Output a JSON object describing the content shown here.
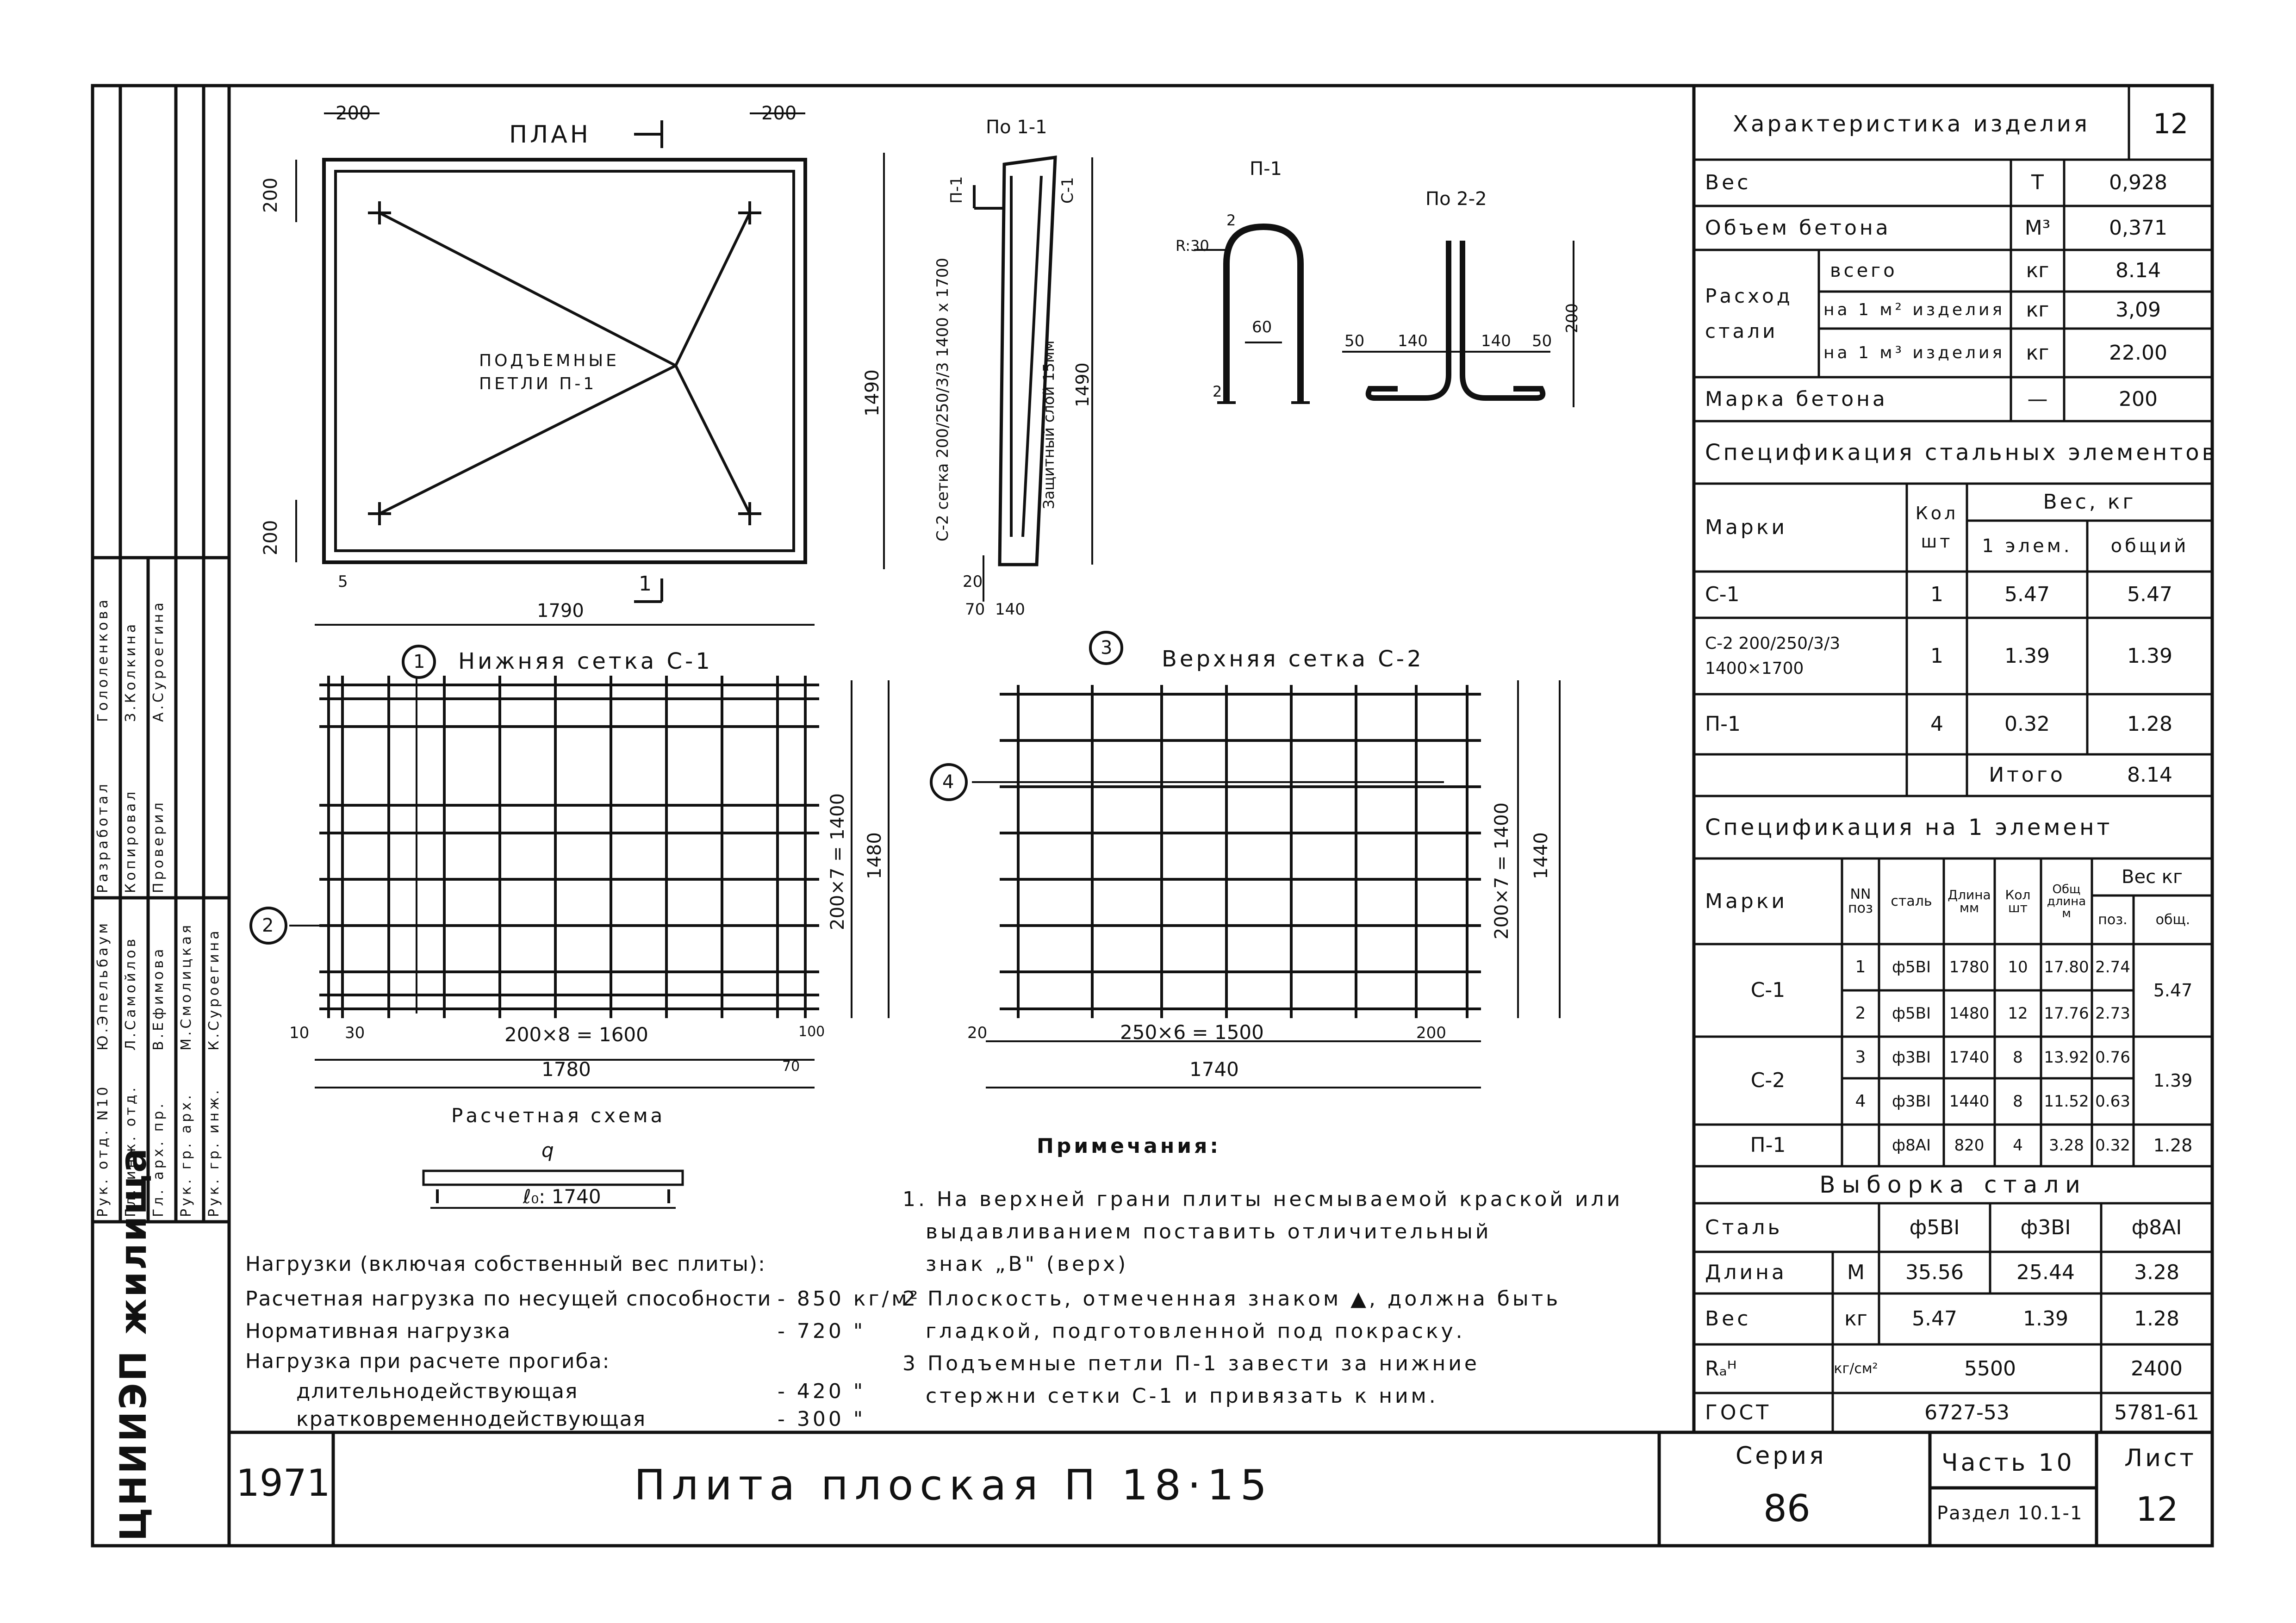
{
  "title_block": {
    "year": "1971",
    "title": "Плита плоская П 18·15",
    "series_label": "Серия",
    "series_value": "86",
    "part": "Часть 10",
    "section": "Раздел 10.1-1",
    "sheet_label": "Лист",
    "sheet_value": "12",
    "org_name": "ЦНИИЭП жилища"
  },
  "signatures": [
    {
      "role": "Рук. отд. N10",
      "name": "Ю.Эпельбаум"
    },
    {
      "role": "Гл. инж. отд.",
      "name": "Л.Самойлов"
    },
    {
      "role": "Гл. арх. пр.",
      "name": "В.Ефимова"
    },
    {
      "role": "Рук. гр. арх.",
      "name": "М.Смолицкая"
    },
    {
      "role": "Рук. гр. инж.",
      "name": "К.Суроегина"
    }
  ],
  "signatures_right": [
    {
      "role": "Разработал",
      "name": "Гололенкова"
    },
    {
      "role": "Копировал",
      "name": "З.Колкина"
    },
    {
      "role": "Проверил",
      "name": "А.Суроегина"
    }
  ],
  "drawing": {
    "plan_title": "ПЛАН",
    "plan_dims": {
      "top_left": "200",
      "top_right": "200",
      "left_top": "200",
      "left_bottom": "200",
      "width": "1790",
      "height": "1490",
      "edge": "5"
    },
    "plan_cut": "1",
    "lifting_loops": "ПОДЪЕМНЫЕ ПЕТЛИ П-1",
    "section_1_title": "По 1-1",
    "section_1_labels": {
      "p1": "П-1",
      "c1": "С-1",
      "c2": "С-2 сетка 200/250/3/3 1400 x 1700",
      "cover": "Защитный слой 15мм",
      "h": "1490",
      "d20": "20",
      "d70": "70",
      "d140": "140"
    },
    "p1_title": "П-1",
    "p1_dims": {
      "r": "R:30",
      "w": "60",
      "top": "2",
      "bottom": "2"
    },
    "section_2_title": "По 2-2",
    "section_2_dims": [
      "50",
      "140",
      "140",
      "50",
      "200"
    ],
    "mesh_bottom_title": "Нижняя сетка С-1",
    "mesh_bottom_marks": [
      "1",
      "2"
    ],
    "mesh_bottom_dims": {
      "spacing": "200×8 = 1600",
      "total": "1780",
      "vert": "200×7 = 1400",
      "height": "1480",
      "d10": "10",
      "d30": "30",
      "d100": "100",
      "d70": "70"
    },
    "mesh_top_title": "Верхняя сетка С-2",
    "mesh_top_marks": [
      "3",
      "4"
    ],
    "mesh_top_dims": {
      "spacing": "250×6 = 1500",
      "total": "1740",
      "vert": "200×7 = 1400",
      "height": "1440",
      "d20": "20",
      "d200": "200"
    },
    "calc_title": "Расчетная схема",
    "calc_q": "q",
    "calc_l": "ℓ₀: 1740",
    "loads_lines": [
      {
        "label": "Нагрузки (включая собственный вес плиты):",
        "value": ""
      },
      {
        "label": "Расчетная нагрузка по несущей способности",
        "value": "- 850 кг/м²"
      },
      {
        "label": "Нормативная нагрузка",
        "value": "- 720 \""
      },
      {
        "label": "Нагрузка при расчете прогиба:",
        "value": ""
      },
      {
        "label": "длительнодействующая",
        "value": "- 420 \""
      },
      {
        "label": "кратковременнодействующая",
        "value": "- 300 \""
      }
    ],
    "notes_title": "Примечания:",
    "notes": [
      "1. На верхней грани плиты несмываемой краской или",
      "выдавливанием поставить отличительный",
      "знак „В\" (верх)",
      "2 Плоскость, отмеченная знаком ▲, должна быть",
      "гладкой, подготовленной под покраску.",
      "3 Подъемные петли П-1 завести за нижние",
      "стержни сетки С-1 и привязать к ним."
    ]
  },
  "characteristics": {
    "title": "Характеристика изделия",
    "sheet_no": "12",
    "rows": [
      {
        "name": "Вес",
        "sub": "",
        "unit": "Т",
        "value": "0,928"
      },
      {
        "name": "Объем бетона",
        "sub": "",
        "unit": "М³",
        "value": "0,371"
      },
      {
        "name": "Расход стали",
        "sub": "всего",
        "unit": "кг",
        "value": "8.14"
      },
      {
        "name": "",
        "sub": "на 1 м² изделия",
        "unit": "кг",
        "value": "3,09"
      },
      {
        "name": "",
        "sub": "на 1 м³ изделия",
        "unit": "кг",
        "value": "22.00"
      },
      {
        "name": "Марка бетона",
        "sub": "",
        "unit": "—",
        "value": "200"
      }
    ]
  },
  "steel_spec": {
    "title": "Спецификация стальных элементов",
    "headers": {
      "marks": "Марки",
      "qty": "Кол шт",
      "weight": "Вес, кг",
      "per_el": "1 элем.",
      "total": "общий"
    },
    "rows": [
      {
        "mark": "С-1",
        "qty": "1",
        "el": "5.47",
        "total": "5.47"
      },
      {
        "mark": "С-2 200/250/3/3 1400×1700",
        "qty": "1",
        "el": "1.39",
        "total": "1.39"
      },
      {
        "mark": "П-1",
        "qty": "4",
        "el": "0.32",
        "total": "1.28"
      },
      {
        "mark": "",
        "qty": "",
        "el": "Итого",
        "total": "8.14"
      }
    ]
  },
  "element_spec": {
    "title": "Спецификация на 1 элемент",
    "headers": {
      "marks": "Марки",
      "pos": "NN поз",
      "steel": "сталь",
      "length": "Длина мм",
      "qty": "Кол шт",
      "total_len": "Общ длина м",
      "weight": "Вес кг",
      "w_pos": "поз.",
      "w_total": "общ."
    },
    "rows": [
      {
        "mark": "С-1",
        "pos": "1",
        "steel": "ф5ВI",
        "len": "1780",
        "qty": "10",
        "tlen": "17.80",
        "wpos": "2.74",
        "wtot": "5.47"
      },
      {
        "mark": "",
        "pos": "2",
        "steel": "ф5ВI",
        "len": "1480",
        "qty": "12",
        "tlen": "17.76",
        "wpos": "2.73",
        "wtot": ""
      },
      {
        "mark": "С-2",
        "pos": "3",
        "steel": "ф3ВI",
        "len": "1740",
        "qty": "8",
        "tlen": "13.92",
        "wpos": "0.76",
        "wtot": "1.39"
      },
      {
        "mark": "",
        "pos": "4",
        "steel": "ф3ВI",
        "len": "1440",
        "qty": "8",
        "tlen": "11.52",
        "wpos": "0.63",
        "wtot": ""
      },
      {
        "mark": "П-1",
        "pos": "",
        "steel": "ф8АI",
        "len": "820",
        "qty": "4",
        "tlen": "3.28",
        "wpos": "0.32",
        "wtot": "1.28"
      }
    ]
  },
  "steel_selection": {
    "title": "Выборка стали",
    "headers": [
      "Сталь",
      "ф5ВI",
      "ф3ВI",
      "ф8АI"
    ],
    "rows": [
      {
        "name": "Длина",
        "unit": "М",
        "v1": "35.56",
        "v2": "25.44",
        "v3": "3.28"
      },
      {
        "name": "Вес",
        "unit": "кг",
        "v1": "5.47",
        "v2": "1.39",
        "v3": "1.28"
      },
      {
        "name": "Rₐᴴ",
        "unit": "кг/см²",
        "v1": "5500",
        "v2": "",
        "v3": "2400"
      },
      {
        "name": "ГОСТ",
        "unit": "",
        "v1": "6727-53",
        "v2": "",
        "v3": "5781-61"
      }
    ]
  }
}
